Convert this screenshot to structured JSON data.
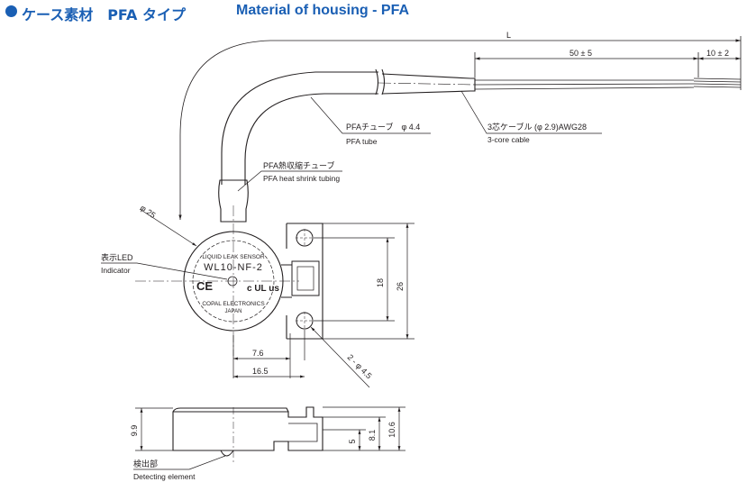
{
  "header": {
    "title_jp": "ケース素材　PFA タイプ",
    "title_en": "Material of housing - PFA",
    "accent_color": "#1a5fb4"
  },
  "dimensions": {
    "L": "L",
    "len_50": "50 ± 5",
    "len_10": "10 ± 2",
    "dia_25": "φ 25",
    "height_26": "26",
    "pitch_18": "18",
    "offset_7_6": "7.6",
    "offset_16_5": "16.5",
    "holes": "2 - φ 4.5",
    "h_9_9": "9.9",
    "h_10_6": "10.6",
    "h_8_1": "8.1",
    "h_5": "5"
  },
  "callouts": {
    "pfa_tube_jp": "PFAチューブ　φ 4.4",
    "pfa_tube_en": "PFA  tube",
    "cable_jp": "3芯ケーブル (φ 2.9)AWG28",
    "cable_en": "3-core cable",
    "shrink_jp": "PFA熱収縮チューブ",
    "shrink_en": "PFA heat shrink tubing",
    "led_jp": "表示LED",
    "led_en": "Indicator",
    "detect_jp": "検出部",
    "detect_en": "Detecting element"
  },
  "sensor_label": {
    "line1": "LIQUID LEAK SENSOR",
    "model": "WL10-NF-2",
    "ce": "CE",
    "ul": "c UL us",
    "maker": "COPAL ELECTRONICS",
    "country": "JAPAN"
  }
}
